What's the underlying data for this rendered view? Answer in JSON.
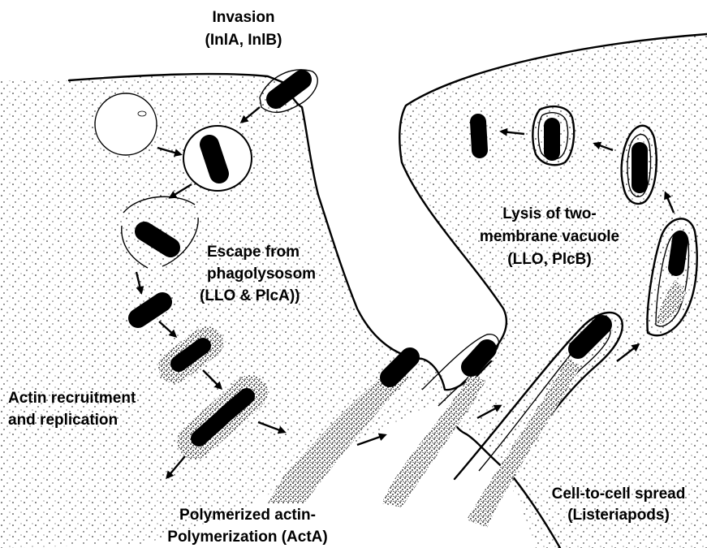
{
  "colors": {
    "ink": "#000000",
    "background": "#ffffff"
  },
  "labels": {
    "invasion_line1": "Invasion",
    "invasion_line2": "(InlA, InlB)",
    "escape_line1": "Escape from",
    "escape_line2": "phagolysosom",
    "escape_line3": "(LLO & PlcA))",
    "actin_line1": "Actin recruitment",
    "actin_line2": "and replication",
    "polymerized_line1": "Polymerized actin-",
    "polymerized_line2": "Polymerization (ActA)",
    "lysis_line1": "Lysis of two-",
    "lysis_line2": "membrane vacuole",
    "lysis_line3": "(LLO, PlcB)",
    "spread_line1": "Cell-to-cell spread",
    "spread_line2": "(Listeriapods)"
  }
}
